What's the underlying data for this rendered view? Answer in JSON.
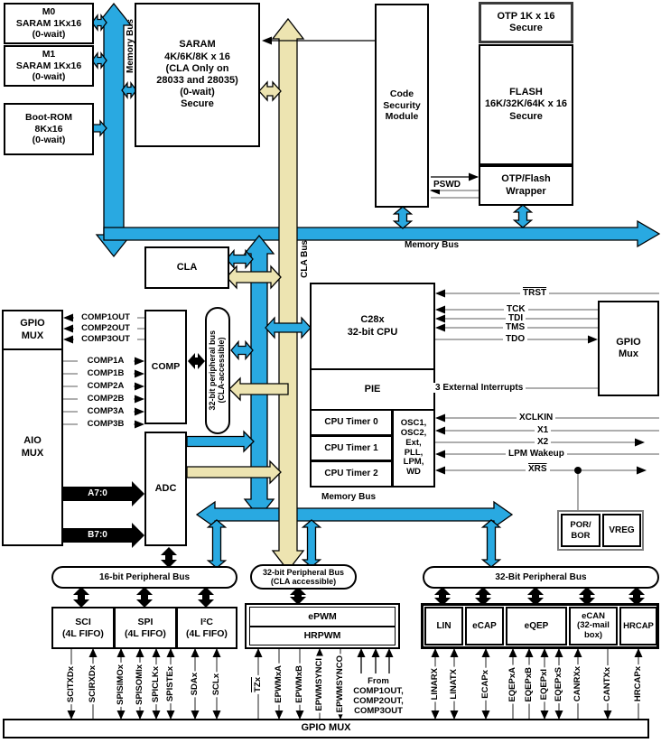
{
  "colors": {
    "bus_blue": "#29A9E1",
    "bus_tan": "#EDE4B1",
    "line_gray": "#7d7d7d"
  },
  "blocks": {
    "m0": "M0\nSARAM 1Kx16\n(0-wait)",
    "m1": "M1\nSARAM 1Kx16\n(0-wait)",
    "boot_rom": "Boot-ROM\n8Kx16\n(0-wait)",
    "saram": "SARAM\n4K/6K/8K x 16\n(CLA Only on\n28033 and 28035)\n(0-wait)\nSecure",
    "code_security": "Code\nSecurity\nModule",
    "otp": "OTP 1K x 16\nSecure",
    "flash": "FLASH\n16K/32K/64K x 16\nSecure",
    "otp_flash_wrapper": "OTP/Flash\nWrapper",
    "cla": "CLA",
    "gpio_mux_left": "GPIO\nMUX",
    "aio_mux": "AIO\nMUX",
    "comp": "COMP",
    "adc": "ADC",
    "peripheral_bus_stadium": "32-bit peripheral bus\n(CLA-accessible)",
    "cpu": "C28x\n32-bit CPU",
    "pie": "PIE",
    "timer0": "CPU Timer 0",
    "timer1": "CPU Timer 1",
    "timer2": "CPU Timer 2",
    "osc": "OSC1,\nOSC2,\nExt,\nPLL,\nLPM,\nWD",
    "gpio_mux_right": "GPIO\nMux",
    "por_bor": "POR/\nBOR",
    "vreg": "VREG",
    "bus16": "16-bit Peripheral Bus",
    "bus32cla": "32-bit Peripheral Bus\n(CLA accessible)",
    "bus32": "32-Bit Peripheral Bus",
    "sci": "SCI\n(4L FIFO)",
    "spi": "SPI\n(4L FIFO)",
    "i2c": "I²C\n(4L FIFO)",
    "epwm": "ePWM",
    "hrpwm": "HRPWM",
    "lin": "LIN",
    "ecap": "eCAP",
    "eqep": "eQEP",
    "ecan": "eCAN\n(32-mail\nbox)",
    "hrcap": "HRCAP",
    "gpio_mux_bottom": "GPIO MUX"
  },
  "bus_labels": {
    "memory_bus_vertical": "Memory Bus",
    "memory_bus_top": "Memory Bus",
    "memory_bus_mid": "Memory Bus",
    "cla_bus": "CLA Bus"
  },
  "signal_labels": {
    "pswd": "PSWD",
    "trst": "TRST",
    "tck": "TCK",
    "tdi": "TDI",
    "tms": "TMS",
    "tdo": "TDO",
    "ext_int": "3 External Interrupts",
    "xclkin": "XCLKIN",
    "x1": "X1",
    "x2": "X2",
    "lpm_wakeup": "LPM Wakeup",
    "xrs": "XRS",
    "a70": "A7:0",
    "b70": "B7:0",
    "comp_out": [
      "COMP1OUT",
      "COMP2OUT",
      "COMP3OUT"
    ],
    "comp_in": [
      "COMP1A",
      "COMP1B",
      "COMP2A",
      "COMP2B",
      "COMP3A",
      "COMP3B"
    ],
    "bottom_left": [
      "SCITXDx",
      "SCIRXDx",
      "SPISIMOx",
      "SPISOMIx",
      "SPICLKx",
      "SPISTEx",
      "SDAx",
      "SCLx"
    ],
    "bottom_mid": [
      "TZx",
      "EPWMxA",
      "EPWMxB",
      "EPWMSYNCI",
      "EPWMSYNCO"
    ],
    "from_comp": "From\nCOMP1OUT,\nCOMP2OUT,\nCOMP3OUT",
    "bottom_right": [
      "LINARX",
      "LINATX",
      "ECAPx",
      "EQEPxA",
      "EQEPxB",
      "EQEPxI",
      "EQEPxS",
      "CANRXx",
      "CANTXx",
      "HRCAPx"
    ]
  }
}
